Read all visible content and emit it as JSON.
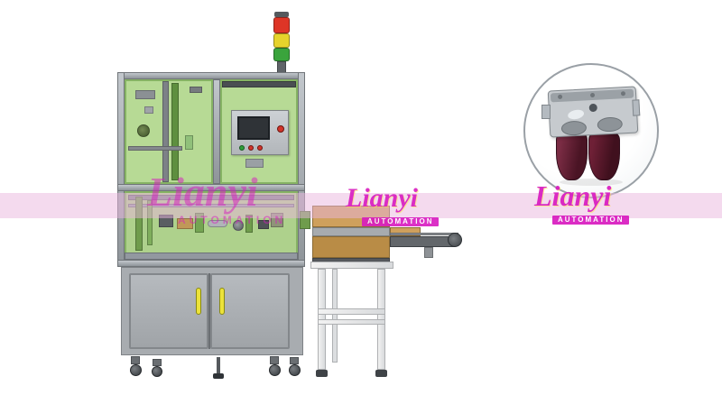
{
  "scene": {
    "description": "3D CAD render of an automated assembly machine with conveyor, safety enclosure, signal tower and a magnified product detail callout"
  },
  "watermark": {
    "name": "Lianyi",
    "subtitle": "AUTOMATION",
    "color": "#d81bc0",
    "band_color": "rgba(233,182,222,0.5)"
  },
  "signal_tower": {
    "red": "#de3526",
    "yellow": "#e6d32c",
    "green": "#3aa43c",
    "base": "#5f6468"
  },
  "machine": {
    "frame_color": "#9aa0a6",
    "panel_color": "#b7da95",
    "lower_panel_color": "#aed18c",
    "cabinet_color": "#a8acb0",
    "handle_color": "#ece23a",
    "screen_color": "#2f3337",
    "button_green": "#2f9e3a",
    "button_red": "#d1342a"
  },
  "conveyor": {
    "body_color": "#cfa05c",
    "body_dark": "#b98c46",
    "belt_color": "#63676b",
    "stand_color": "#ececec"
  },
  "detail_view": {
    "fixture_color": "#c6cace",
    "fixture_dark": "#9ba1a6",
    "cup_color": "#5a1d31",
    "content_color": "#ccd83e"
  }
}
